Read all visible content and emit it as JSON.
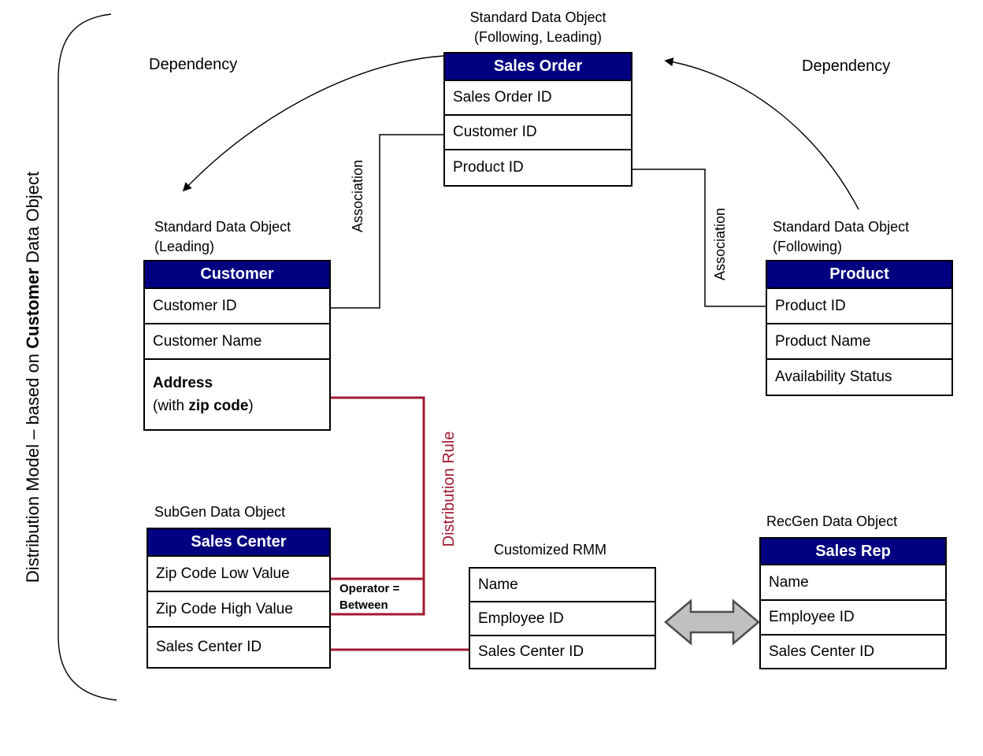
{
  "side_label": {
    "part1": "Distribution Model – based on ",
    "part2_bold": "Customer",
    "part3": " Data Object"
  },
  "annotations": {
    "dependency_left": "Dependency",
    "dependency_right": "Dependency",
    "association_left": "Association",
    "association_right": "Association",
    "distribution_rule": "Distribution Rule",
    "operator": {
      "line1": "Operator =",
      "line2": "Between"
    }
  },
  "tables": {
    "sales_order": {
      "caption1": "Standard Data Object",
      "caption2": "(Following, Leading)",
      "title": "Sales Order",
      "rows": [
        "Sales Order ID",
        "Customer ID",
        "Product ID"
      ]
    },
    "customer": {
      "caption1": "Standard Data Object",
      "caption2": "(Leading)",
      "title": "Customer",
      "rows": [
        "Customer ID",
        "Customer Name"
      ],
      "address": {
        "bold1": "Address",
        "pre": "(with ",
        "bold2": "zip code",
        "post": ")"
      }
    },
    "product": {
      "caption1": "Standard Data Object",
      "caption2": "(Following)",
      "title": "Product",
      "rows": [
        "Product ID",
        "Product Name",
        "Availability Status"
      ]
    },
    "sales_center": {
      "caption1": "SubGen Data Object",
      "title": "Sales Center",
      "rows": [
        "Zip Code Low Value",
        "Zip Code High Value",
        "Sales Center ID"
      ]
    },
    "customized_rmm": {
      "caption1": "Customized RMM",
      "rows": [
        "Name",
        "Employee ID",
        "Sales Center ID"
      ]
    },
    "sales_rep": {
      "caption1": "RecGen Data Object",
      "title": "Sales Rep",
      "rows": [
        "Name",
        "Employee ID",
        "Sales Center ID"
      ]
    }
  },
  "colors": {
    "header_bg": "#000080",
    "header_text": "#FFFFFF",
    "rule_red": "#A01931",
    "line_black": "#000000",
    "double_arrow_fill": "#C0C0C0",
    "double_arrow_outline": "#4D4D4D"
  }
}
